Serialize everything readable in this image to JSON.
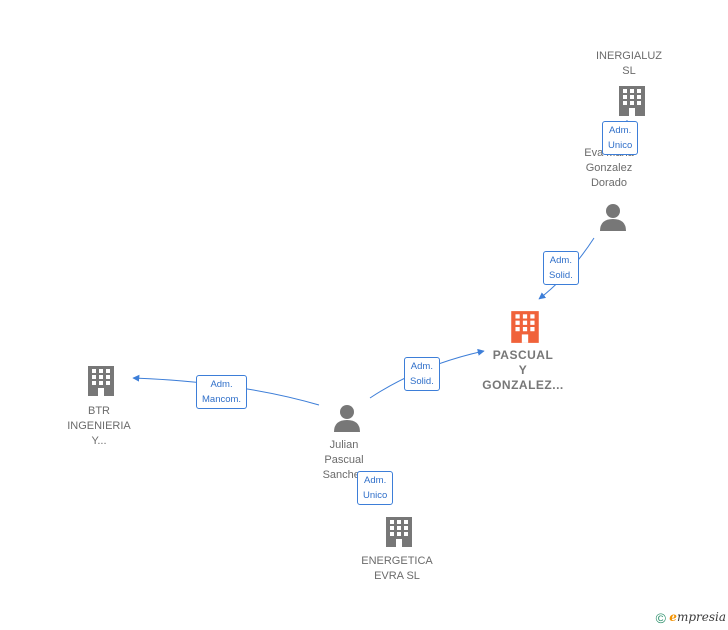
{
  "nodes": {
    "inergialuz": {
      "line1": "INERGIALUZ",
      "line2": "SL"
    },
    "eva": {
      "line1": "Eva Maria",
      "line2": "Gonzalez",
      "line3": "Dorado"
    },
    "pascual": {
      "line1": "PASCUAL",
      "line2": "Y",
      "line3": "GONZALEZ..."
    },
    "btr": {
      "line1": "BTR",
      "line2": "INGENIERIA",
      "line3": "Y..."
    },
    "julian": {
      "line1": "Julian",
      "line2": "Pascual",
      "line3": "Sanchez"
    },
    "energetica": {
      "line1": "ENERGETICA",
      "line2": "EVRA SL"
    }
  },
  "edges": {
    "inergialuz_eva": {
      "line1": "Adm.",
      "line2": "Unico"
    },
    "eva_pascual": {
      "line1": "Adm.",
      "line2": "Solid."
    },
    "julian_pascual": {
      "line1": "Adm.",
      "line2": "Solid."
    },
    "julian_btr": {
      "line1": "Adm.",
      "line2": "Mancom."
    },
    "julian_energetica": {
      "line1": "Adm.",
      "line2": "Unico"
    }
  },
  "colors": {
    "edge": "#3d7ed8",
    "company_icon": "#777777",
    "main_company_icon": "#f0623a",
    "person_icon": "#777777"
  },
  "footer": {
    "copyright": "©",
    "brand_first": "e",
    "brand_rest": "mpresia"
  }
}
